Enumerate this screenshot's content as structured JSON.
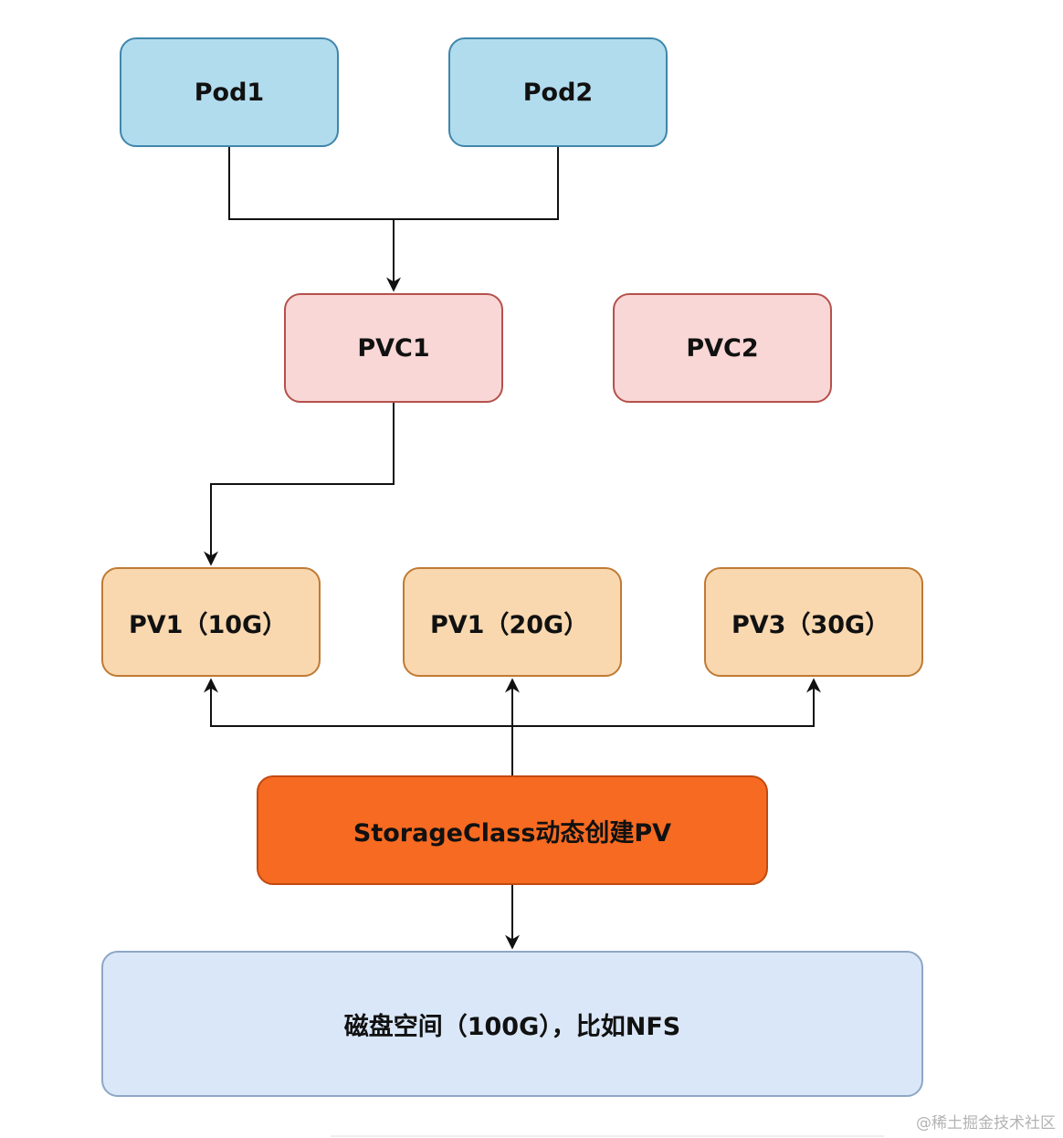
{
  "pods": [
    {
      "id": "pod1",
      "label": "Pod1"
    },
    {
      "id": "pod2",
      "label": "Pod2"
    }
  ],
  "pvcs": [
    {
      "id": "pvc1",
      "label": "PVC1"
    },
    {
      "id": "pvc2",
      "label": "PVC2"
    }
  ],
  "pvs": [
    {
      "id": "pv1",
      "label": "PV1（10G）"
    },
    {
      "id": "pv2",
      "label": "PV1（20G）"
    },
    {
      "id": "pv3",
      "label": "PV3（30G）"
    }
  ],
  "storage_class": {
    "label": "StorageClass动态创建PV"
  },
  "disk": {
    "label": "磁盘空间（100G），比如NFS"
  },
  "watermark": "@稀土掘金技术社区",
  "edges": [
    {
      "from": "pod1",
      "to": "pvc1"
    },
    {
      "from": "pod2",
      "to": "pvc1"
    },
    {
      "from": "pvc1",
      "to": "pv1"
    },
    {
      "from": "storage_class",
      "to": "pv1"
    },
    {
      "from": "storage_class",
      "to": "pv2"
    },
    {
      "from": "storage_class",
      "to": "pv3"
    },
    {
      "from": "storage_class",
      "to": "disk"
    }
  ],
  "colors": {
    "pod_fill": "#b1dcee",
    "pvc_fill": "#f8d7d6",
    "pv_fill": "#f9d8b0",
    "storage_class_fill": "#f76a21",
    "disk_fill": "#dae7f8",
    "edge": "#111111"
  }
}
